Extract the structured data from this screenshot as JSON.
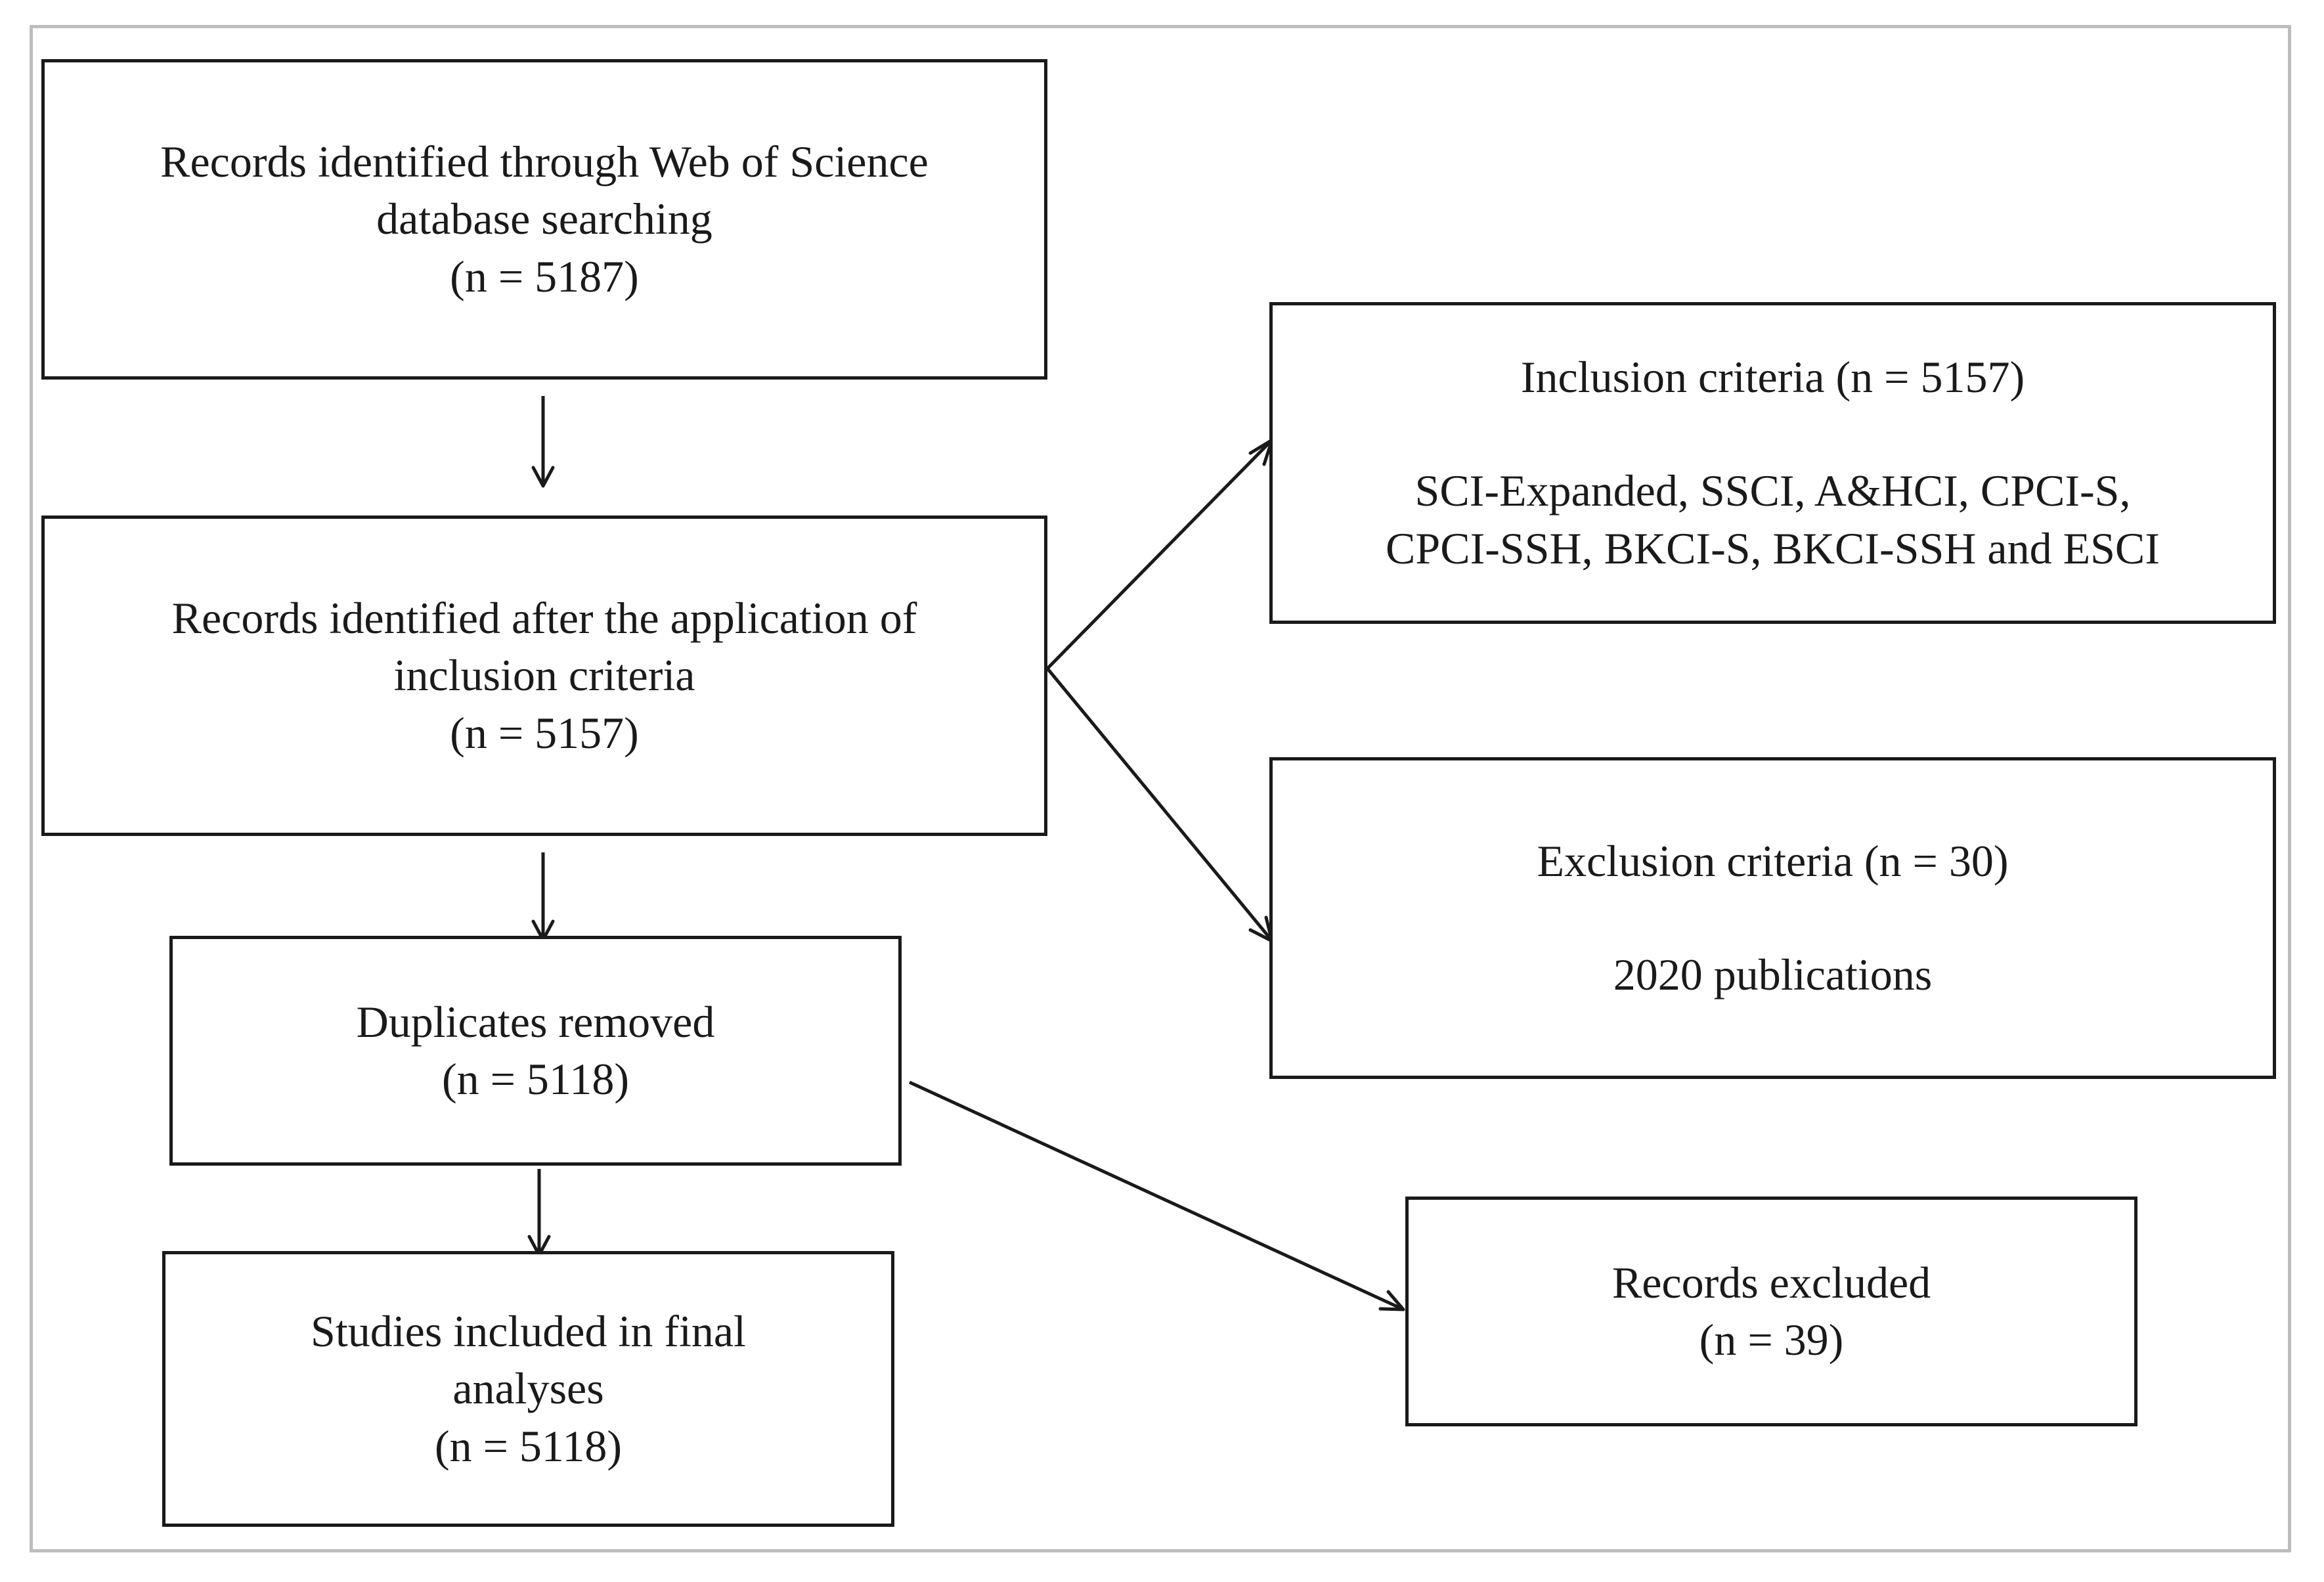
{
  "diagram": {
    "nodes": [
      {
        "id": "identified",
        "lines": [
          "Records identified through Web of Science",
          "database searching",
          "(n = 5187)"
        ]
      },
      {
        "id": "after-inclusion",
        "lines": [
          "Records identified after the application of",
          "inclusion criteria",
          "(n = 5157)"
        ]
      },
      {
        "id": "duplicates",
        "lines": [
          "Duplicates removed",
          "(n = 5118)"
        ]
      },
      {
        "id": "final",
        "lines": [
          "Studies included in final",
          "analyses",
          "(n = 5118)"
        ]
      },
      {
        "id": "inclusion-criteria",
        "heading": "Inclusion criteria (n = 5157)",
        "lines": [
          "SCI-Expanded, SSCI, A&HCI, CPCI-S,",
          "CPCI-SSH, BKCI-S, BKCI-SSH and ESCI"
        ]
      },
      {
        "id": "exclusion-criteria",
        "heading": "Exclusion criteria (n = 30)",
        "lines": [
          "2020 publications"
        ]
      },
      {
        "id": "excluded",
        "lines": [
          "Records excluded",
          "(n = 39)"
        ]
      }
    ],
    "edges": [
      {
        "from": "identified",
        "to": "after-inclusion"
      },
      {
        "from": "after-inclusion",
        "to": "inclusion-criteria"
      },
      {
        "from": "after-inclusion",
        "to": "exclusion-criteria"
      },
      {
        "from": "after-inclusion",
        "to": "duplicates"
      },
      {
        "from": "duplicates",
        "to": "final"
      },
      {
        "from": "duplicates",
        "to": "excluded"
      }
    ]
  }
}
